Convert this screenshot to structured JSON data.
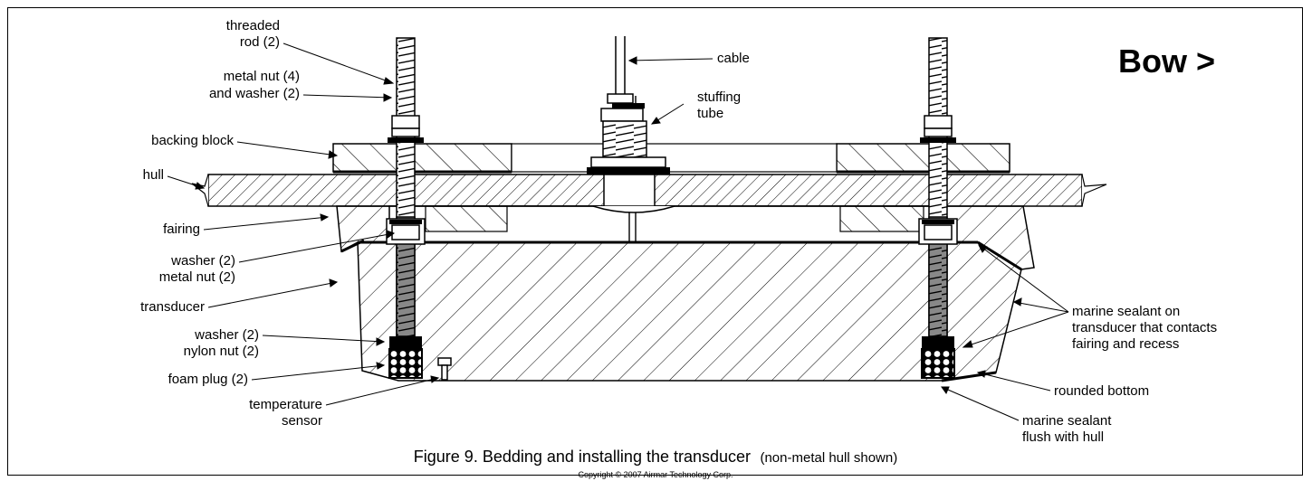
{
  "labels": {
    "threaded_rod_1": "threaded",
    "threaded_rod_2": "rod (2)",
    "metal_nut_1": "metal nut (4)",
    "metal_nut_2": "and washer (2)",
    "backing_block": "backing block",
    "hull": "hull",
    "fairing": "fairing",
    "washer_metal_1": "washer (2)",
    "washer_metal_2": "metal nut (2)",
    "transducer": "transducer",
    "washer_nylon_1": "washer (2)",
    "washer_nylon_2": "nylon nut (2)",
    "foam_plug": "foam plug (2)",
    "temp_1": "temperature",
    "temp_2": "sensor",
    "cable": "cable",
    "stuffing_1": "stuffing",
    "stuffing_2": "tube",
    "bow": "Bow >",
    "sealant_1": "marine sealant on",
    "sealant_2": "transducer that contacts",
    "sealant_3": "fairing and recess",
    "rounded_bottom": "rounded bottom",
    "flush_1": "marine sealant",
    "flush_2": "flush with hull"
  },
  "caption": {
    "main": "Figure 9. Bedding and installing the transducer",
    "note": "(non-metal hull shown)",
    "copyright": "Copyright © 2007 Airmar Technology Corp."
  }
}
